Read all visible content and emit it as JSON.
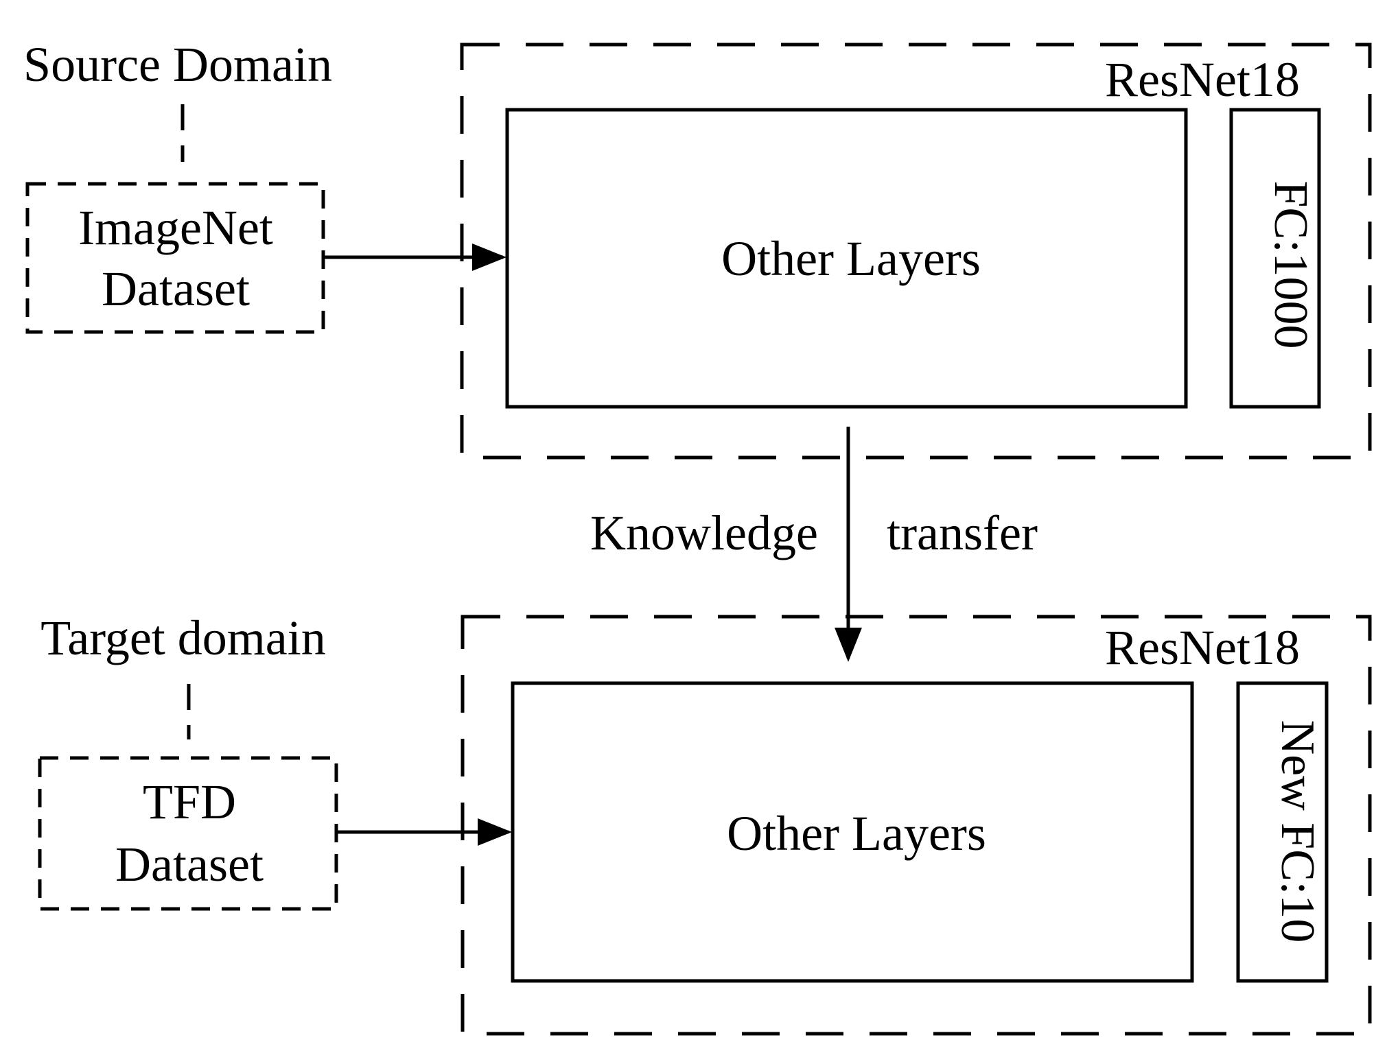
{
  "colors": {
    "stroke": "#000000",
    "background": "#ffffff"
  },
  "source": {
    "domain_label": "Source Domain",
    "dataset_line1": "ImageNet",
    "dataset_line2": "Dataset",
    "network_label": "ResNet18",
    "layers_label": "Other Layers",
    "fc_label": "FC:1000"
  },
  "transfer": {
    "word1": "Knowledge",
    "word2": "transfer"
  },
  "target": {
    "domain_label": "Target domain",
    "dataset_line1": "TFD",
    "dataset_line2": "Dataset",
    "network_label": "ResNet18",
    "layers_label": "Other Layers",
    "fc_label": "New FC:10"
  }
}
